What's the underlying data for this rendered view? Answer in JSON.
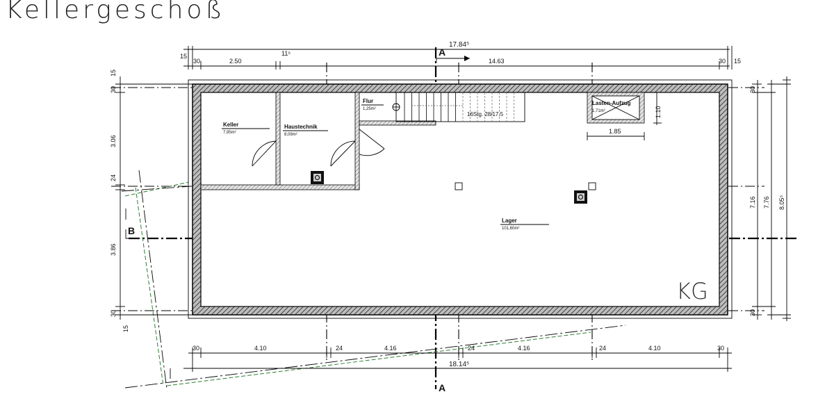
{
  "title": "Kellergeschoß",
  "floor_code": "KG",
  "section_marks": {
    "a_top": "A",
    "a_bottom": "A",
    "b": "B"
  },
  "rooms": [
    {
      "name": "Keller",
      "area": "7,95m²"
    },
    {
      "name": "Haustechnik",
      "area": "8,09m²"
    },
    {
      "name": "Flur",
      "area": "1,25m²"
    },
    {
      "name": "Lager",
      "area": "101,60m²"
    },
    {
      "name": "Lasten-Aufzug",
      "area": "1,71m²"
    }
  ],
  "stair_label": "16Stg. 28/17.5",
  "dims_top": {
    "overall": "17.84⁵",
    "left_15": "15",
    "left_30": "30",
    "segment": "2.50",
    "small": "11⁵",
    "right_segment": "14.63",
    "right_30": "30",
    "right_15": "15"
  },
  "dims_bottom": {
    "wall_l": "30",
    "seg1": "4.10",
    "w1": "24",
    "seg2": "4.16",
    "w2": "24",
    "seg3": "4.16",
    "w3": "24",
    "seg4": "4.10",
    "wall_r": "30",
    "overall": "18.14⁵"
  },
  "dims_left": {
    "top_15": "15",
    "top_30": "30",
    "h1": "3.06",
    "w": "24",
    "h2": "3.86",
    "bot_30": "30",
    "bot_15": "15"
  },
  "dims_right": {
    "top_30": "30",
    "inner": "7.16",
    "mid": "7.76",
    "outer": "8.05⁵",
    "bot_30": "30"
  },
  "elevator_dims": {
    "height": "1.10",
    "width": "1.85"
  }
}
